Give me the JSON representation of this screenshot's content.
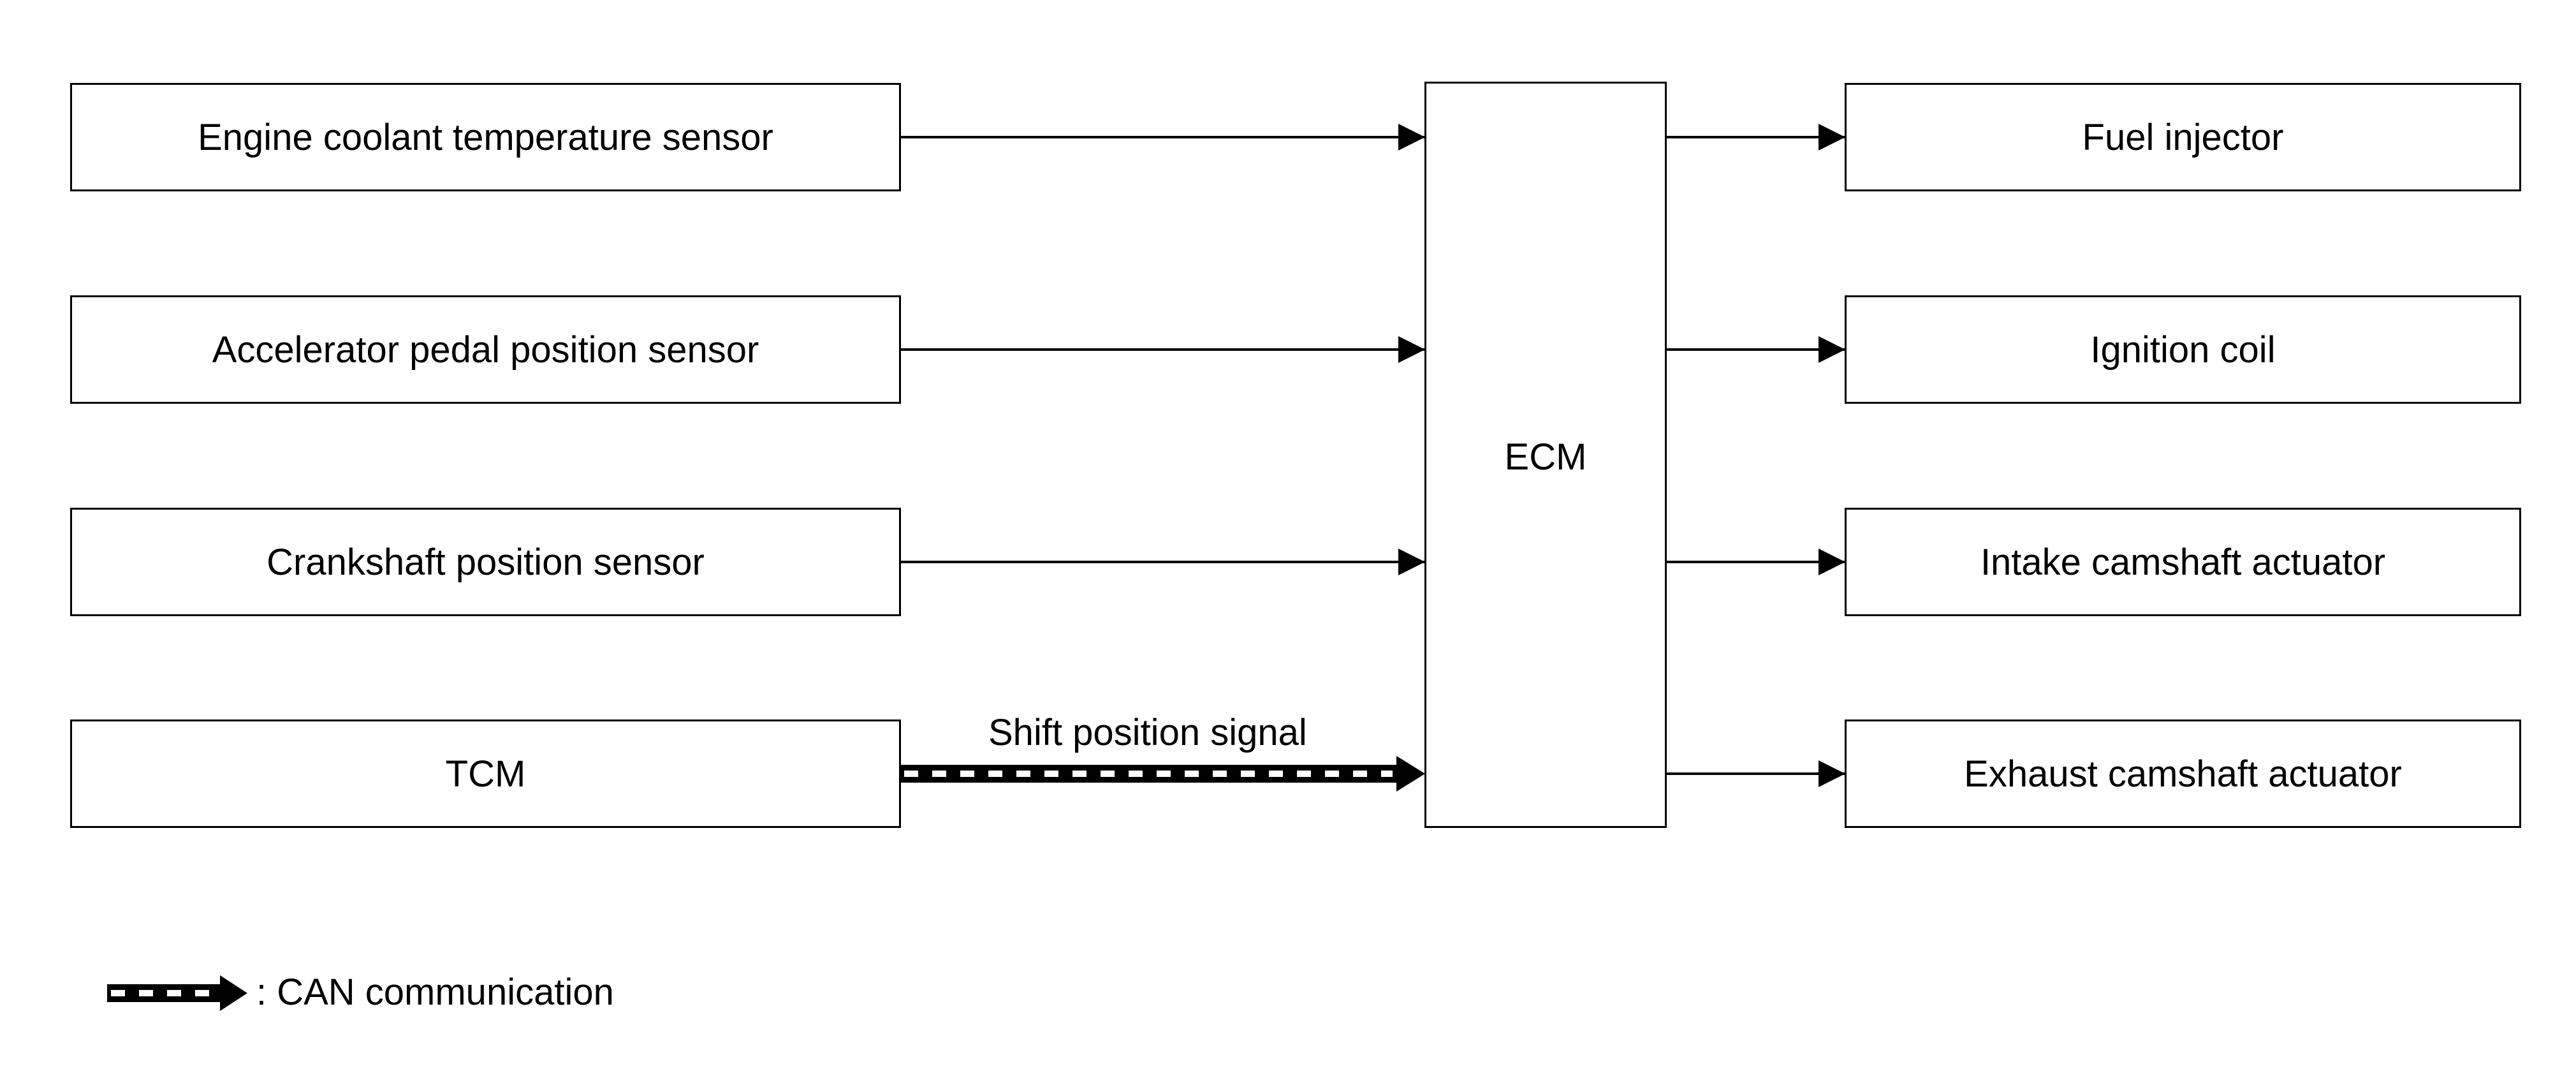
{
  "inputs": [
    {
      "label": "Engine coolant temperature sensor"
    },
    {
      "label": "Accelerator pedal position sensor"
    },
    {
      "label": "Crankshaft position sensor"
    },
    {
      "label": "TCM"
    }
  ],
  "controller": {
    "label": "ECM"
  },
  "outputs": [
    {
      "label": "Fuel injector"
    },
    {
      "label": "Ignition coil"
    },
    {
      "label": "Intake camshaft actuator"
    },
    {
      "label": "Exhaust camshaft actuator"
    }
  ],
  "signals": {
    "tcm_signal_label": "Shift position signal"
  },
  "legend": {
    "can_label": ": CAN communication"
  }
}
